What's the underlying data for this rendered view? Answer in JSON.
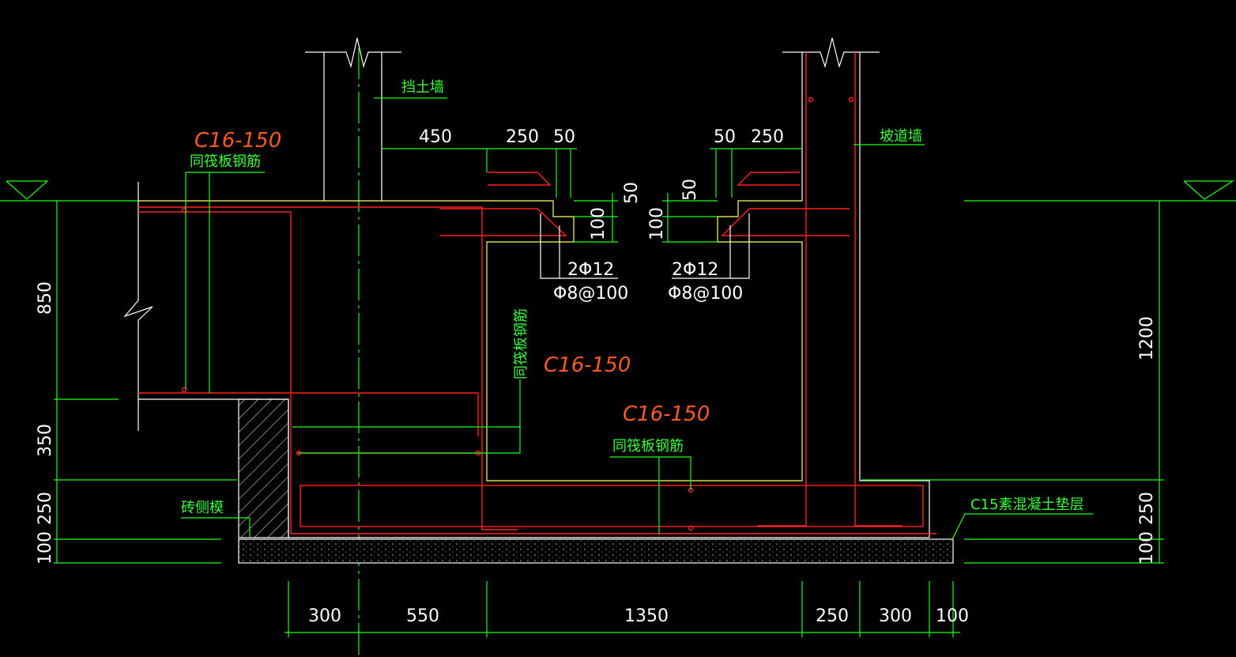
{
  "colors": {
    "background": "#000000",
    "dimension_lines": "#19ff19",
    "rebar": "#ff2020",
    "outline": "#ffffff",
    "concrete_edge": "#ffff66",
    "handwritten_notes": "#ff5a1f",
    "text_labels": "#39ff39",
    "dimension_text": "#ffffff"
  },
  "labels": {
    "retaining_wall": "挡土墙",
    "ramp_wall": "坡道墙",
    "same_raft_rebar_left": "同筏板钢筋",
    "same_raft_rebar_mid": "同筏板钢筋",
    "same_raft_rebar_bottom": "同筏板钢筋",
    "brick_side_form": "砖侧模",
    "c15_cushion": "C15素混凝土垫层"
  },
  "notes": {
    "left_note": "C16-150",
    "mid_note": "C16-150",
    "bottom_note": "C16-150"
  },
  "rebar_callouts": {
    "left_main": "2Φ12",
    "left_stirrup": "Φ8@100",
    "right_main": "2Φ12",
    "right_stirrup": "Φ8@100"
  },
  "dimensions": {
    "top": [
      "450",
      "250",
      "50",
      "50",
      "250"
    ],
    "notch_left_h": "50",
    "notch_left_v": "100",
    "notch_right_h": "50",
    "notch_right_v": "100",
    "left_vertical": [
      "850",
      "350",
      "250",
      "100"
    ],
    "right_vertical": [
      "1200",
      "250",
      "100"
    ],
    "bottom": [
      "300",
      "550",
      "1350",
      "250",
      "300",
      "100"
    ]
  }
}
